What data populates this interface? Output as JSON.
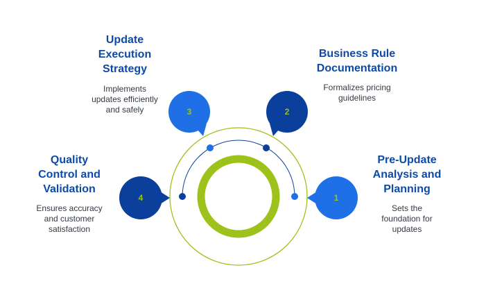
{
  "colors": {
    "accent_green": "#9cc21b",
    "bubble_light": "#1f6fe6",
    "bubble_dark": "#0b3f9c",
    "title_blue": "#0d4aa6",
    "text_gray": "#333a44"
  },
  "steps": [
    {
      "number": "1",
      "title": [
        "Pre-Update",
        "Analysis and",
        "Planning"
      ],
      "description": [
        "Sets the",
        "foundation for",
        "updates"
      ]
    },
    {
      "number": "2",
      "title": [
        "Business Rule",
        "Documentation"
      ],
      "description": [
        "Formalizes pricing",
        "guidelines"
      ]
    },
    {
      "number": "3",
      "title": [
        "Update",
        "Execution",
        "Strategy"
      ],
      "description": [
        "Implements",
        "updates efficiently",
        "and safely"
      ]
    },
    {
      "number": "4",
      "title": [
        "Quality",
        "Control and",
        "Validation"
      ],
      "description": [
        "Ensures accuracy",
        "and customer",
        "satisfaction"
      ]
    }
  ]
}
